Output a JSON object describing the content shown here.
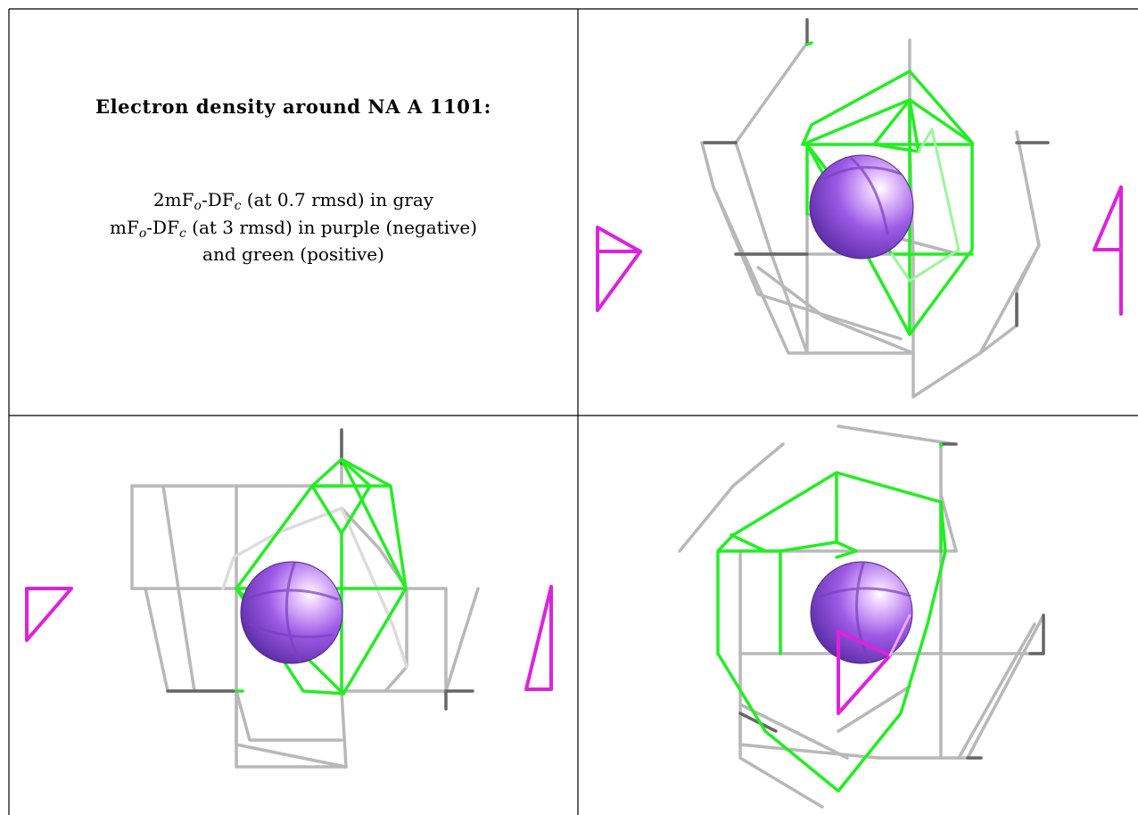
{
  "caption": {
    "title": "Electron density around NA A 1101:",
    "line1_pre": "2mF",
    "line1_sub1": "o",
    "line1_mid": "-DF",
    "line1_sub2": "c",
    "line1_post": " (at 0.7 rmsd) in gray",
    "line2_pre": "mF",
    "line2_sub1": "o",
    "line2_mid": "-DF",
    "line2_sub2": "c",
    "line2_post": " (at 3 rmsd) in purple (negative)",
    "line3": "and green (positive)"
  },
  "colors": {
    "gray_map": "#b4b4b4",
    "gray_dark": "#5a5a5a",
    "positive_map": "#22ee22",
    "negative_map": "#dd22dd",
    "sodium_ion": "#9a55e0",
    "border": "#000000"
  },
  "panels": [
    {
      "name": "view-top-right"
    },
    {
      "name": "view-bottom-left"
    },
    {
      "name": "view-bottom-right"
    }
  ]
}
